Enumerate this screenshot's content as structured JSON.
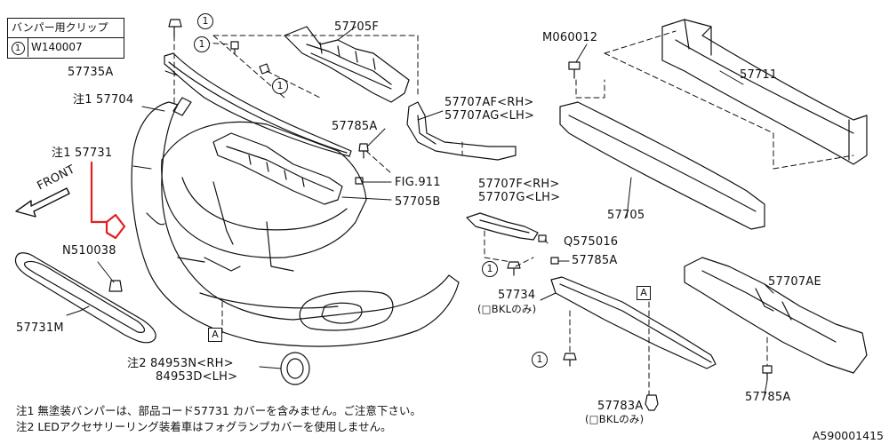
{
  "legend": {
    "title": "バンパー用クリップ",
    "symbol": "1",
    "part": "W140007"
  },
  "callout_symbol": "1",
  "section_marker": "A",
  "labels": {
    "p57705F": "57705F",
    "p57735A": "57735A",
    "p57704": "注1 57704",
    "p57731": "注1 57731",
    "front": "FRONT",
    "pN510038": "N510038",
    "p57731M": "57731M",
    "p84953N": "注2 84953N<RH>",
    "p84953D": "84953D<LH>",
    "p57785A_1": "57785A",
    "pFIG911": "FIG.911",
    "p57705B": "57705B",
    "p57707AF": "57707AF<RH>",
    "p57707AG": "57707AG<LH>",
    "p57707F": "57707F<RH>",
    "p57707G": "57707G<LH>",
    "pQ575016": "Q575016",
    "p57785A_2": "57785A",
    "p57734": "57734",
    "p57734note": "(□BKLのみ)",
    "p57783A": "57783A",
    "p57783Anote": "(□BKLのみ)",
    "pM060012": "M060012",
    "p57711": "57711",
    "p57705": "57705",
    "p57707AE": "57707AE",
    "p57785A_3": "57785A"
  },
  "notes": [
    "注1 無塗装バンパーは、部品コード57731 カバーを含みません。ご注意下さい。",
    "注2 LEDアクセサリーリング装着車はフォグランプカバーを使用しません。"
  ],
  "diagram_code": "A590001415"
}
